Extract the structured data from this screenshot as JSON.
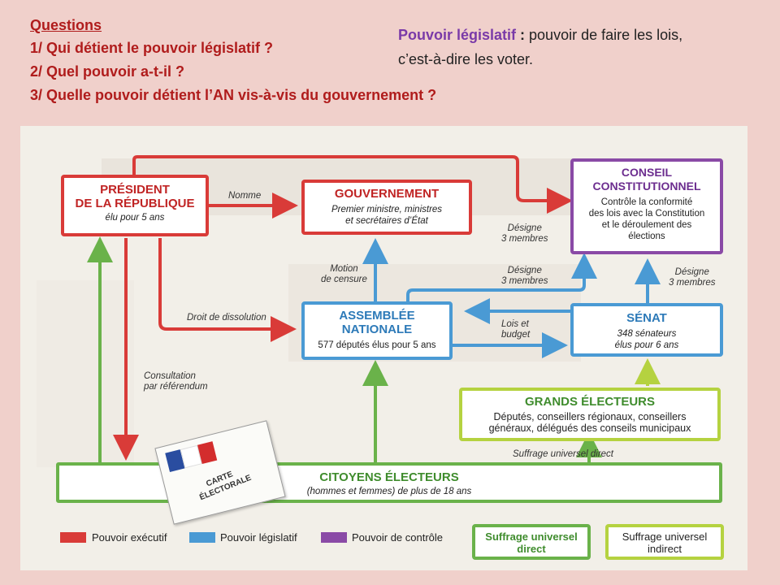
{
  "questions": {
    "title": "Questions",
    "q1": "1/ Qui détient le pouvoir législatif ?",
    "q2": "2/ Quel pouvoir a-t-il ?",
    "q3": "3/ Quelle pouvoir détient l’AN vis-à-vis du gouvernement ?"
  },
  "definition": {
    "term": "Pouvoir législatif",
    "colon": " : ",
    "line1": "pouvoir de faire les lois,",
    "line2": "c’est-à-dire les voter."
  },
  "nodes": {
    "president": {
      "title1": "PRÉSIDENT",
      "title2": "DE LA RÉPUBLIQUE",
      "sub": "élu pour 5 ans"
    },
    "gouvernement": {
      "title": "GOUVERNEMENT",
      "sub1": "Premier ministre, ministres",
      "sub2": "et secrétaires d’État"
    },
    "conseil": {
      "title1": "CONSEIL",
      "title2": "CONSTITUTIONNEL",
      "sub1": "Contrôle la conformité",
      "sub2": "des lois avec la Constitution",
      "sub3": "et le déroulement des",
      "sub4": "élections"
    },
    "assemblee": {
      "title1": "ASSEMBLÉE",
      "title2": "NATIONALE",
      "sub": "577 députés élus pour 5 ans"
    },
    "senat": {
      "title": "SÉNAT",
      "sub1": "348 sénateurs",
      "sub2": "élus pour 6 ans"
    },
    "grands": {
      "title": "GRANDS ÉLECTEURS",
      "sub1": "Députés, conseillers régionaux, conseillers",
      "sub2": "généraux, délégués des conseils municipaux"
    },
    "citoyens": {
      "title": "CITOYENS ÉLECTEURS",
      "sub": "(hommes et femmes) de plus de 18 ans"
    }
  },
  "edges": {
    "nomme": "Nomme",
    "designe_top": "Désigne",
    "designe_top2": "3 membres",
    "motion1": "Motion",
    "motion2": "de censure",
    "designe_mid": "Désigne",
    "designe_mid2": "3 membres",
    "designe_right": "Désigne",
    "designe_right2": "3 membres",
    "dissolution": "Droit de dissolution",
    "lois1": "Lois et",
    "lois2": "budget",
    "consult1": "Consultation",
    "consult2": "par référendum",
    "suffrage": "Suffrage universel direct"
  },
  "card": {
    "line1": "CARTE",
    "line2": "ÉLECTORALE"
  },
  "legend": {
    "executif": "Pouvoir exécutif",
    "legislatif": "Pouvoir législatif",
    "controle": "Pouvoir de contrôle",
    "direct1": "Suffrage universel",
    "direct2": "direct",
    "indirect1": "Suffrage universel",
    "indirect2": "indirect"
  },
  "colors": {
    "executif": "#d93b38",
    "legislatif": "#4a9ad4",
    "controle": "#8a4aa6",
    "direct": "#6ab24a",
    "indirect": "#b5d240"
  }
}
